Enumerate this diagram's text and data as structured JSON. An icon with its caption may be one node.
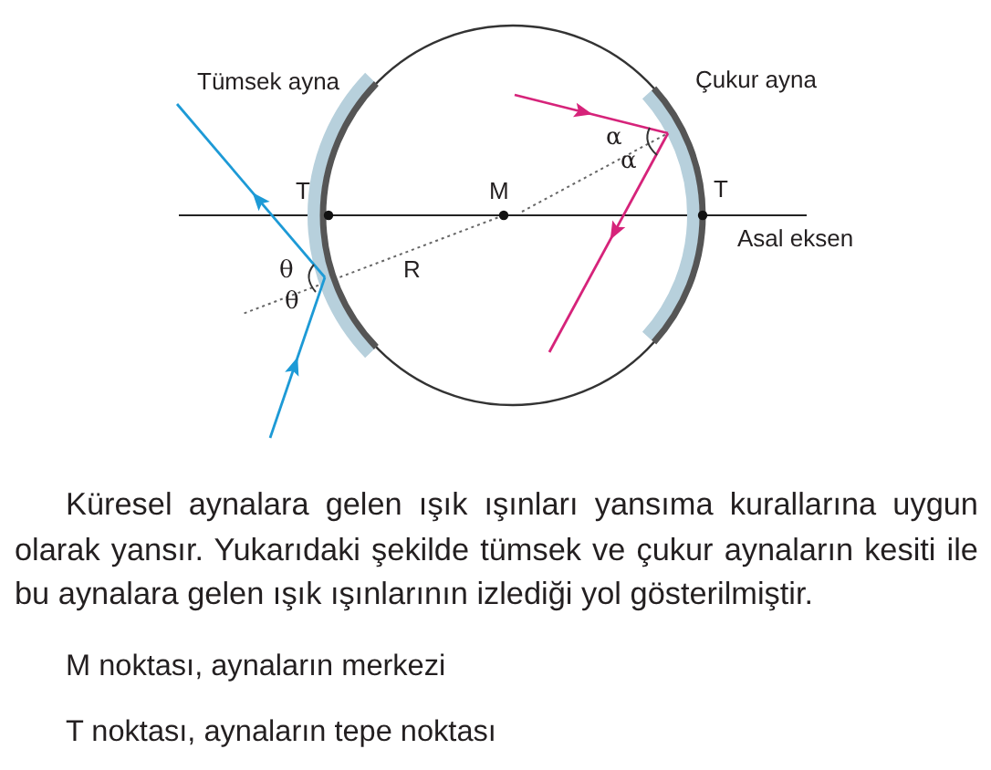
{
  "diagram": {
    "labels": [
      "Tümsek ayna",
      "Çukur ayna",
      "α",
      "α",
      "T",
      "M",
      "T",
      "Asal eksen",
      "θ",
      "R",
      "θ",
      "Küresel aynalara gelen ışık ışınları yansıma kurallarına uygun olarak yansır. Yukarıdaki şekilde tümsek ve çukur aynaların kesiti ile bu aynalara gelen ışık ışınlarının izlediği yol gösterilmiştir.",
      "M noktası, aynaların merkezi",
      "T noktası, aynaların tepe noktası"
    ]
  }
}
